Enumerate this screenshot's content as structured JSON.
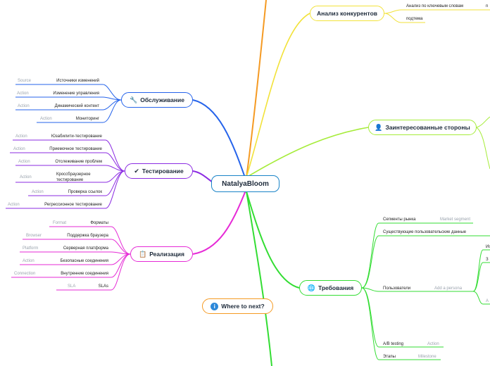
{
  "center": "NatalyaBloom",
  "colors": {
    "blue": "#2563eb",
    "purple": "#8b2be2",
    "magenta": "#e62ad6",
    "yellow": "#f2e23a",
    "lime": "#a6ec3a",
    "green": "#33dd33",
    "orange": "#f59a23"
  },
  "branches": {
    "obsl": {
      "label": "Обслуживание",
      "icon": "wrench-icon",
      "items": [
        {
          "label": "Источники изменений",
          "tag": "Source"
        },
        {
          "label": "Изменение управления",
          "tag": "Action"
        },
        {
          "label": "Динамический контент",
          "tag": "Action"
        },
        {
          "label": "Мониторинг",
          "tag": "Action"
        }
      ]
    },
    "test": {
      "label": "Тестирование",
      "icon": "checkmark-icon",
      "items": [
        {
          "label": "Юзабилити-тестирование",
          "tag": "Action"
        },
        {
          "label": "Приемочное тестирование",
          "tag": "Action"
        },
        {
          "label": "Отслеживание проблем",
          "tag": "Action"
        },
        {
          "label": "Кроссбраузерное тестирование",
          "tag": "Action"
        },
        {
          "label": "Проверка ссылок",
          "tag": "Action"
        },
        {
          "label": "Регрессионное тестирование",
          "tag": "Action"
        }
      ]
    },
    "real": {
      "label": "Реализация",
      "icon": "notepad-icon",
      "items": [
        {
          "label": "Форматы",
          "tag": "Format"
        },
        {
          "label": "Поддержка браузера",
          "tag": "Browser"
        },
        {
          "label": "Серверная платформа",
          "tag": "Platform"
        },
        {
          "label": "Безопасные соединения",
          "tag": "Action"
        },
        {
          "label": "Внутренние соединения",
          "tag": "Connection"
        },
        {
          "label": "SLAs",
          "tag": "SLA"
        }
      ]
    },
    "where": {
      "label": "Where to next?",
      "icon": "info-icon"
    },
    "anal": {
      "label": "Анализ конкурентов",
      "items": [
        {
          "label": "Анализ по ключевым словам",
          "tag": "n"
        },
        {
          "label": "подтема"
        }
      ]
    },
    "zaint": {
      "label": "Заинтересованные стороны",
      "icon": "person-icon"
    },
    "treb": {
      "label": "Требования",
      "icon": "globe-icon",
      "items": [
        {
          "label": "Сегменты рынка",
          "tag": "Market segment"
        },
        {
          "label": "Существующие пользовательские данные"
        },
        {
          "label": "Пользователи",
          "tag": "Add a persona"
        },
        {
          "label": "A/B testing",
          "tag": "Action"
        },
        {
          "label": "Этапы",
          "tag": "Milestone"
        }
      ],
      "sub": [
        "Ис",
        "З",
        "A"
      ]
    }
  }
}
